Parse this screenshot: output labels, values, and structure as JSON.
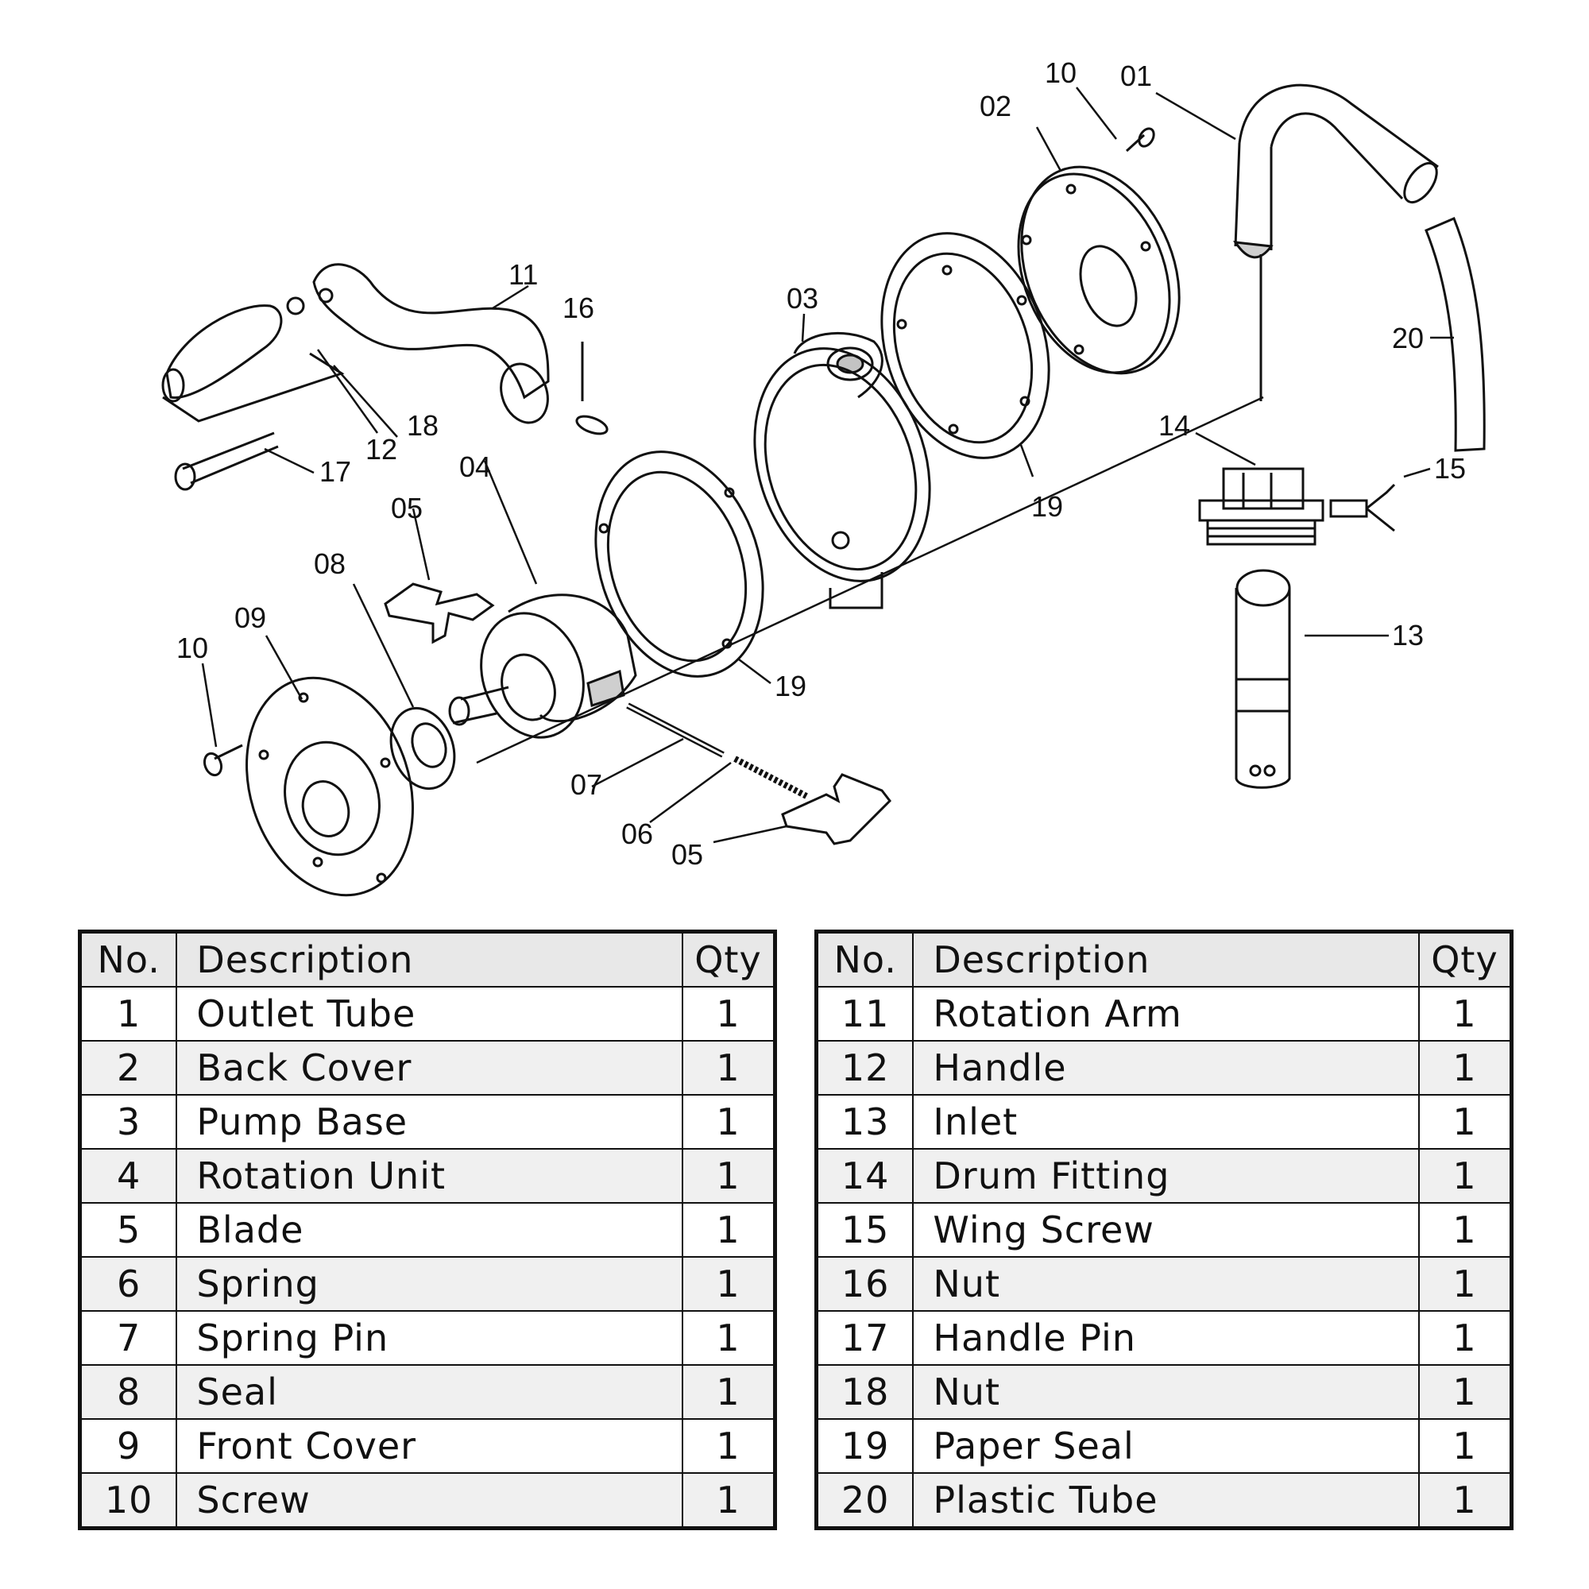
{
  "diagram": {
    "callouts": [
      {
        "id": "c01",
        "text": "01"
      },
      {
        "id": "c02",
        "text": "02"
      },
      {
        "id": "c10a",
        "text": "10"
      },
      {
        "id": "c03",
        "text": "03"
      },
      {
        "id": "c04",
        "text": "04"
      },
      {
        "id": "c05a",
        "text": "05"
      },
      {
        "id": "c05b",
        "text": "05"
      },
      {
        "id": "c06",
        "text": "06"
      },
      {
        "id": "c07",
        "text": "07"
      },
      {
        "id": "c08",
        "text": "08"
      },
      {
        "id": "c09",
        "text": "09"
      },
      {
        "id": "c10b",
        "text": "10"
      },
      {
        "id": "c11",
        "text": "11"
      },
      {
        "id": "c12",
        "text": "12"
      },
      {
        "id": "c13",
        "text": "13"
      },
      {
        "id": "c14",
        "text": "14"
      },
      {
        "id": "c15",
        "text": "15"
      },
      {
        "id": "c16",
        "text": "16"
      },
      {
        "id": "c17",
        "text": "17"
      },
      {
        "id": "c18",
        "text": "18"
      },
      {
        "id": "c19a",
        "text": "19"
      },
      {
        "id": "c19b",
        "text": "19"
      },
      {
        "id": "c20",
        "text": "20"
      }
    ]
  },
  "parts_table": {
    "headers": {
      "no": "No.",
      "description": "Description",
      "qty": "Qty"
    },
    "left": [
      {
        "no": "1",
        "description": "Outlet Tube",
        "qty": "1"
      },
      {
        "no": "2",
        "description": "Back Cover",
        "qty": "1"
      },
      {
        "no": "3",
        "description": "Pump Base",
        "qty": "1"
      },
      {
        "no": "4",
        "description": "Rotation Unit",
        "qty": "1"
      },
      {
        "no": "5",
        "description": "Blade",
        "qty": "1"
      },
      {
        "no": "6",
        "description": "Spring",
        "qty": "1"
      },
      {
        "no": "7",
        "description": "Spring Pin",
        "qty": "1"
      },
      {
        "no": "8",
        "description": "Seal",
        "qty": "1"
      },
      {
        "no": "9",
        "description": "Front Cover",
        "qty": "1"
      },
      {
        "no": "10",
        "description": "Screw",
        "qty": "1"
      }
    ],
    "right": [
      {
        "no": "11",
        "description": "Rotation Arm",
        "qty": "1"
      },
      {
        "no": "12",
        "description": "Handle",
        "qty": "1"
      },
      {
        "no": "13",
        "description": "Inlet",
        "qty": "1"
      },
      {
        "no": "14",
        "description": "Drum Fitting",
        "qty": "1"
      },
      {
        "no": "15",
        "description": "Wing Screw",
        "qty": "1"
      },
      {
        "no": "16",
        "description": "Nut",
        "qty": "1"
      },
      {
        "no": "17",
        "description": "Handle Pin",
        "qty": "1"
      },
      {
        "no": "18",
        "description": "Nut",
        "qty": "1"
      },
      {
        "no": "19",
        "description": "Paper Seal",
        "qty": "1"
      },
      {
        "no": "20",
        "description": "Plastic Tube",
        "qty": "1"
      }
    ]
  }
}
